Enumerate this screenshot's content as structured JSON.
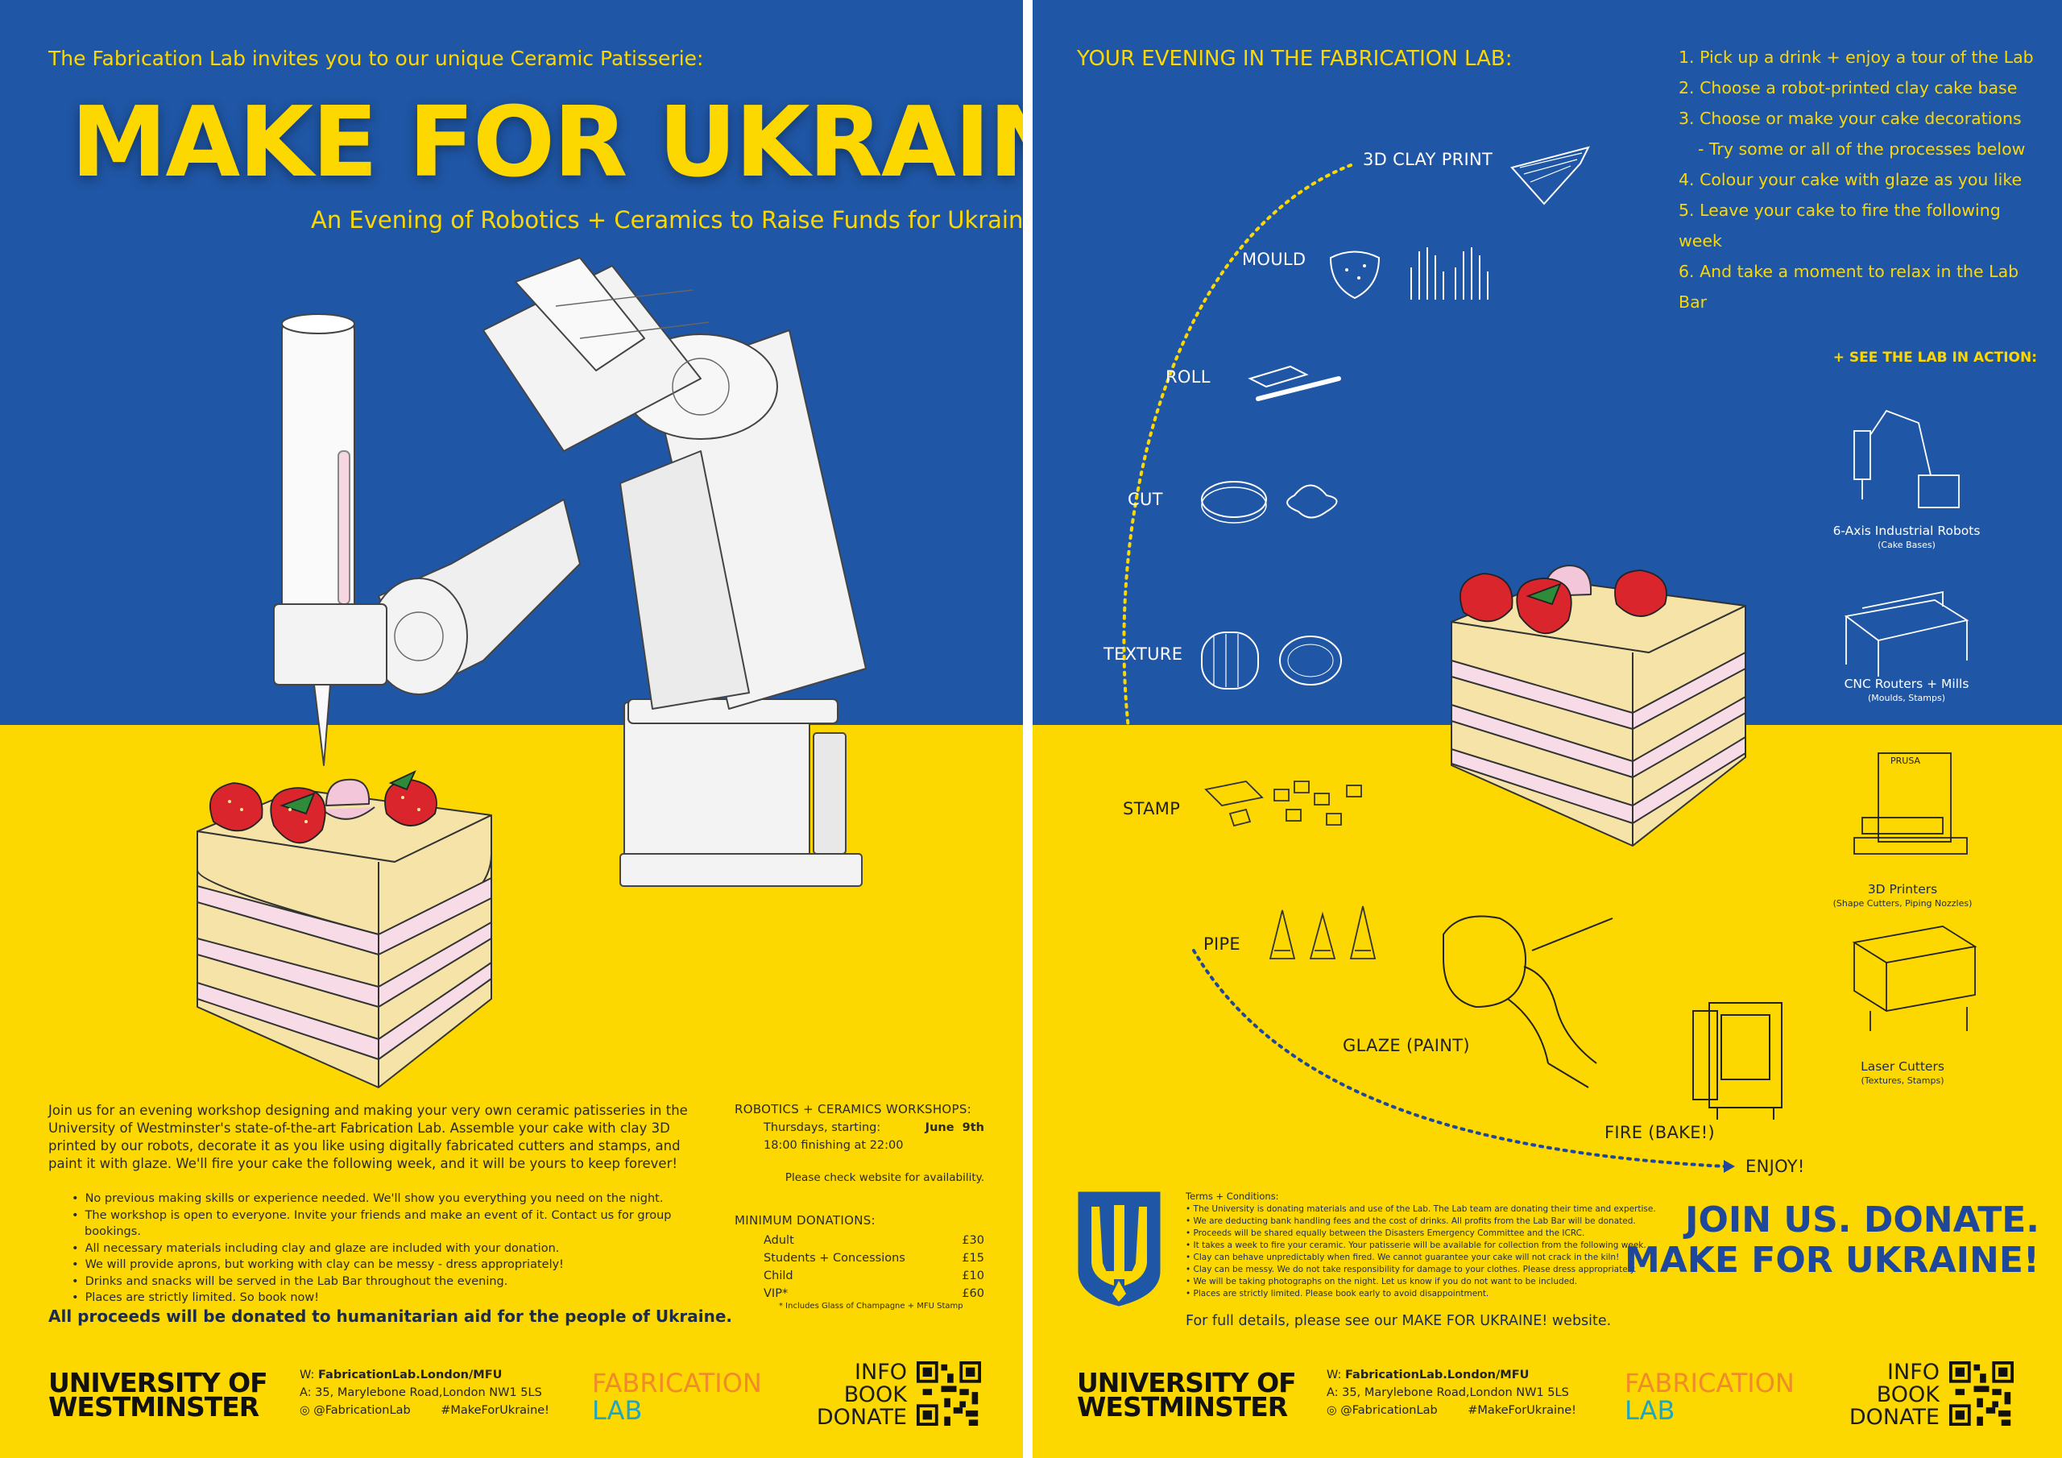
{
  "left": {
    "invite": "The Fabrication Lab invites you to our unique Ceramic Patisserie:",
    "headline": "MAKE FOR UKRAINE!",
    "subtitle": "An Evening of Robotics + Ceramics to Raise Funds for Ukraine",
    "intro": "Join us for an evening workshop designing and making your very own ceramic patisseries in the University of Westminster's state-of-the-art Fabrication Lab. Assemble your cake with clay 3D printed by our robots, decorate it as you like using digitally fabricated cutters and stamps, and paint it with glaze. We'll fire your cake the following week, and it will be yours to keep forever!",
    "bullets": [
      "No previous making skills or experience needed. We'll show you everything you need on the night.",
      "The workshop is open to everyone. Invite your friends and make an event of it. Contact us for group bookings.",
      "All necessary materials including clay and glaze are included with your donation.",
      "We will provide aprons, but working with clay can be messy - dress appropriately!",
      "Drinks and snacks will be served in the Lab Bar throughout the evening.",
      "Places are strictly limited. So book now!"
    ],
    "proceeds": "All proceeds will be donated to humanitarian aid for the people of Ukraine.",
    "workshops": {
      "heading": "ROBOTICS + CERAMICS WORKSHOPS:",
      "when_label": "Thursdays, starting:",
      "when_date": "June  9th",
      "time": "18:00 finishing at 22:00",
      "availability": "Please check website for availability.",
      "donations_heading": "MINIMUM DONATIONS:",
      "donations": [
        {
          "label": "Adult",
          "price": "£30"
        },
        {
          "label": "Students + Concessions",
          "price": "£15"
        },
        {
          "label": "Child",
          "price": "£10"
        },
        {
          "label": "VIP*",
          "price": "£60"
        }
      ],
      "vip_note": "* Includes Glass of Champagne + MFU Stamp"
    }
  },
  "footer": {
    "university_line1": "UNIVERSITY OF",
    "university_line2": "WESTMINSTER",
    "web_prefix": "W:",
    "web": "FabricationLab.London/MFU",
    "address_prefix": "A:",
    "address": "35, Marylebone Road,London NW1 5LS",
    "handle": "@FabricationLab",
    "hashtag": "#MakeForUkraine!",
    "fab_line1": "FABRICATION",
    "fab_line2": "LAB",
    "info": "INFO",
    "book": "BOOK",
    "donate": "DONATE"
  },
  "right": {
    "evening": "YOUR EVENING IN THE FABRICATION LAB:",
    "steps": [
      "1. Pick up a drink + enjoy a tour of the Lab",
      "2. Choose a robot-printed clay cake base",
      "3. Choose or make your cake decorations",
      "- Try some or all of the processes below",
      "4. Colour your cake with glaze as you like",
      "5. Leave your cake to fire the following week",
      "6. And take a moment to relax in the Lab Bar"
    ],
    "processes": {
      "clay_print": "3D CLAY PRINT",
      "mould": "MOULD",
      "roll": "ROLL",
      "cut": "CUT",
      "texture": "TEXTURE",
      "stamp": "STAMP",
      "pipe": "PIPE",
      "glaze": "GLAZE (PAINT)",
      "fire": "FIRE (BAKE!)",
      "enjoy": "ENJOY!"
    },
    "see_lab": "+ SEE THE LAB IN ACTION:",
    "machines": [
      {
        "name": "6-Axis Industrial Robots",
        "sub": "(Cake Bases)"
      },
      {
        "name": "CNC Routers + Mills",
        "sub": "(Moulds, Stamps)"
      },
      {
        "name": "3D Printers",
        "sub": "(Shape Cutters, Piping Nozzles)"
      },
      {
        "name": "Laser Cutters",
        "sub": "(Textures, Stamps)"
      }
    ],
    "printer_brand": "PRUSA",
    "terms_heading": "Terms + Conditions:",
    "terms": [
      "The University is donating materials and use of the Lab. The Lab team are donating their time and expertise.",
      "We are deducting bank handling fees and the cost of drinks. All profits from the Lab Bar will be donated.",
      "Proceeds will be shared equally between the Disasters Emergency Committee and the ICRC.",
      "It takes a week to fire your ceramic. Your patisserie will be available for collection from the following week.",
      "Clay can behave unpredictably when fired. We cannot guarantee your cake will not crack in the kiln!",
      "Clay can be messy. We do not take responsibility for damage to your clothes. Please dress appropriately.",
      "We will be taking photographs on the night. Let us know if you do not want to be included.",
      "Places are strictly limited. Please book early to avoid disappointment."
    ],
    "full_details": "For full details, please see our MAKE FOR UKRAINE! website.",
    "join_line1": "JOIN US. DONATE.",
    "join_line2": "MAKE FOR UKRAINE!"
  },
  "colors": {
    "blue": "#1f56a5",
    "yellow": "#fdd800",
    "navy": "#20489a"
  }
}
